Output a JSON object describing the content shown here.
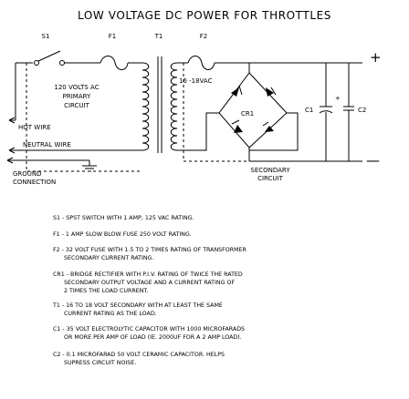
{
  "title": "LOW VOLTAGE  DC  POWER FOR THROTTLES",
  "labels": {
    "s1": "S1",
    "f1": "F1",
    "t1": "T1",
    "f2": "F2",
    "primary_1": "120 VOLTS AC",
    "primary_2": "PRIMARY",
    "primary_3": "CIRCUIT",
    "secondary_voltage": "16 -18VAC",
    "cr1": "CR1",
    "c1": "C1",
    "c2": "C2",
    "plus": "+",
    "minus": "—",
    "cap_plus": "+",
    "hot_wire": "HOT WIRE",
    "neutral_wire": "NEUTRAL WIRE",
    "ground_1": "GROUND",
    "ground_2": "CONNECTION",
    "secondary_1": "SECONDARY",
    "secondary_2": "CIRCUIT"
  },
  "notes": [
    [
      "S1 - SPST SWITCH WITH 1 AMP, 125 VAC RATING."
    ],
    [
      "F1 - 1 AMP SLOW BLOW FUSE 250 VOLT RATING."
    ],
    [
      "F2 - 32 VOLT FUSE WITH 1.5 TO 2 TIMES RATING OF TRANSFORMER",
      "SECONDARY CURRENT RATING."
    ],
    [
      "CR1 - BRIDGE RECTIFIER WITH P.I.V. RATING OF TWICE THE RATED",
      "SECONDARY OUTPUT VOLTAGE AND A CURRENT RATING OF",
      "2 TIMES THE LOAD CURRENT."
    ],
    [
      "T1 - 16 TO 18 VOLT SECONDARY WITH AT LEAST THE SAME",
      "CURRENT RATING AS THE LOAD."
    ],
    [
      "C1 - 35 VOLT ELECTROLYTIC CAPACITOR WITH 1000 MICROFARADS",
      "OR MORE PER AMP OF LOAD (IE. 2000UF FOR A 2 AMP LOAD)."
    ],
    [
      "C2 - 0.1 MICROFARAD 50 VOLT CERAMIC CAPACITOR.  HELPS",
      "SUPRESS CIRCUIT NOISE."
    ]
  ]
}
